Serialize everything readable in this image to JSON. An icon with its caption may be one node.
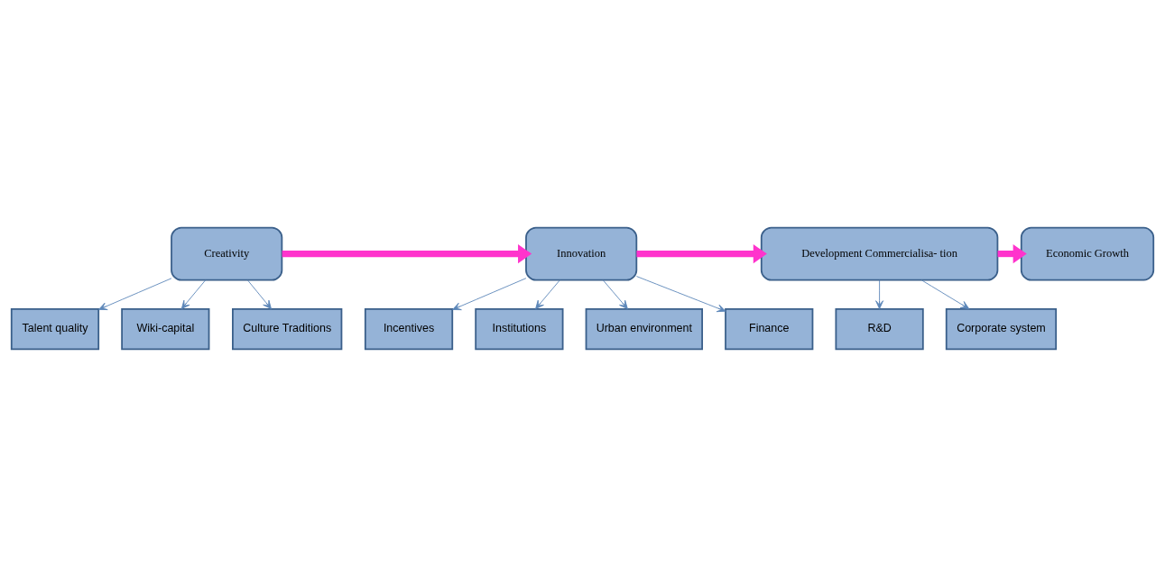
{
  "diagram": {
    "nodes": [
      {
        "text": [
          "Creativity"
        ]
      },
      {
        "text": [
          "Innovation"
        ]
      },
      {
        "text": [
          "Development Commercialisa- tion"
        ]
      },
      {
        "text": [
          "Economic Growth"
        ]
      },
      {
        "text": [
          "Talent quality"
        ]
      },
      {
        "text": [
          "Wiki-capital"
        ]
      },
      {
        "text": [
          "Culture Traditions"
        ]
      },
      {
        "text": [
          "Incentives"
        ]
      },
      {
        "text": [
          "Institutions"
        ]
      },
      {
        "text": [
          "Urban environment"
        ]
      },
      {
        "text": [
          "Finance"
        ]
      },
      {
        "text": [
          "R&D"
        ]
      },
      {
        "text": [
          "Corporate system"
        ]
      }
    ],
    "edges": [
      {
        "from": 0,
        "to": 1,
        "arrow": "to",
        "style": "thick",
        "color": "#ff33cc"
      },
      {
        "from": 1,
        "to": 2,
        "arrow": "to",
        "style": "thick",
        "color": "#ff33cc"
      },
      {
        "from": 2,
        "to": 3,
        "arrow": "to",
        "style": "thick",
        "color": "#ff33cc"
      },
      {
        "from": 0,
        "to": 4,
        "arrow": "to"
      },
      {
        "from": 0,
        "to": 6,
        "arrow": "to"
      },
      {
        "from": 0,
        "to": 5,
        "arrow": "to"
      },
      {
        "from": 1,
        "to": 9,
        "arrow": "to"
      },
      {
        "from": 1,
        "to": 7,
        "arrow": "to"
      },
      {
        "from": 1,
        "to": 8,
        "arrow": "to"
      },
      {
        "from": 1,
        "to": 10,
        "arrow": "to"
      },
      {
        "from": 2,
        "to": 11,
        "arrow": "to"
      },
      {
        "from": 2,
        "to": 12,
        "arrow": "to"
      }
    ]
  }
}
